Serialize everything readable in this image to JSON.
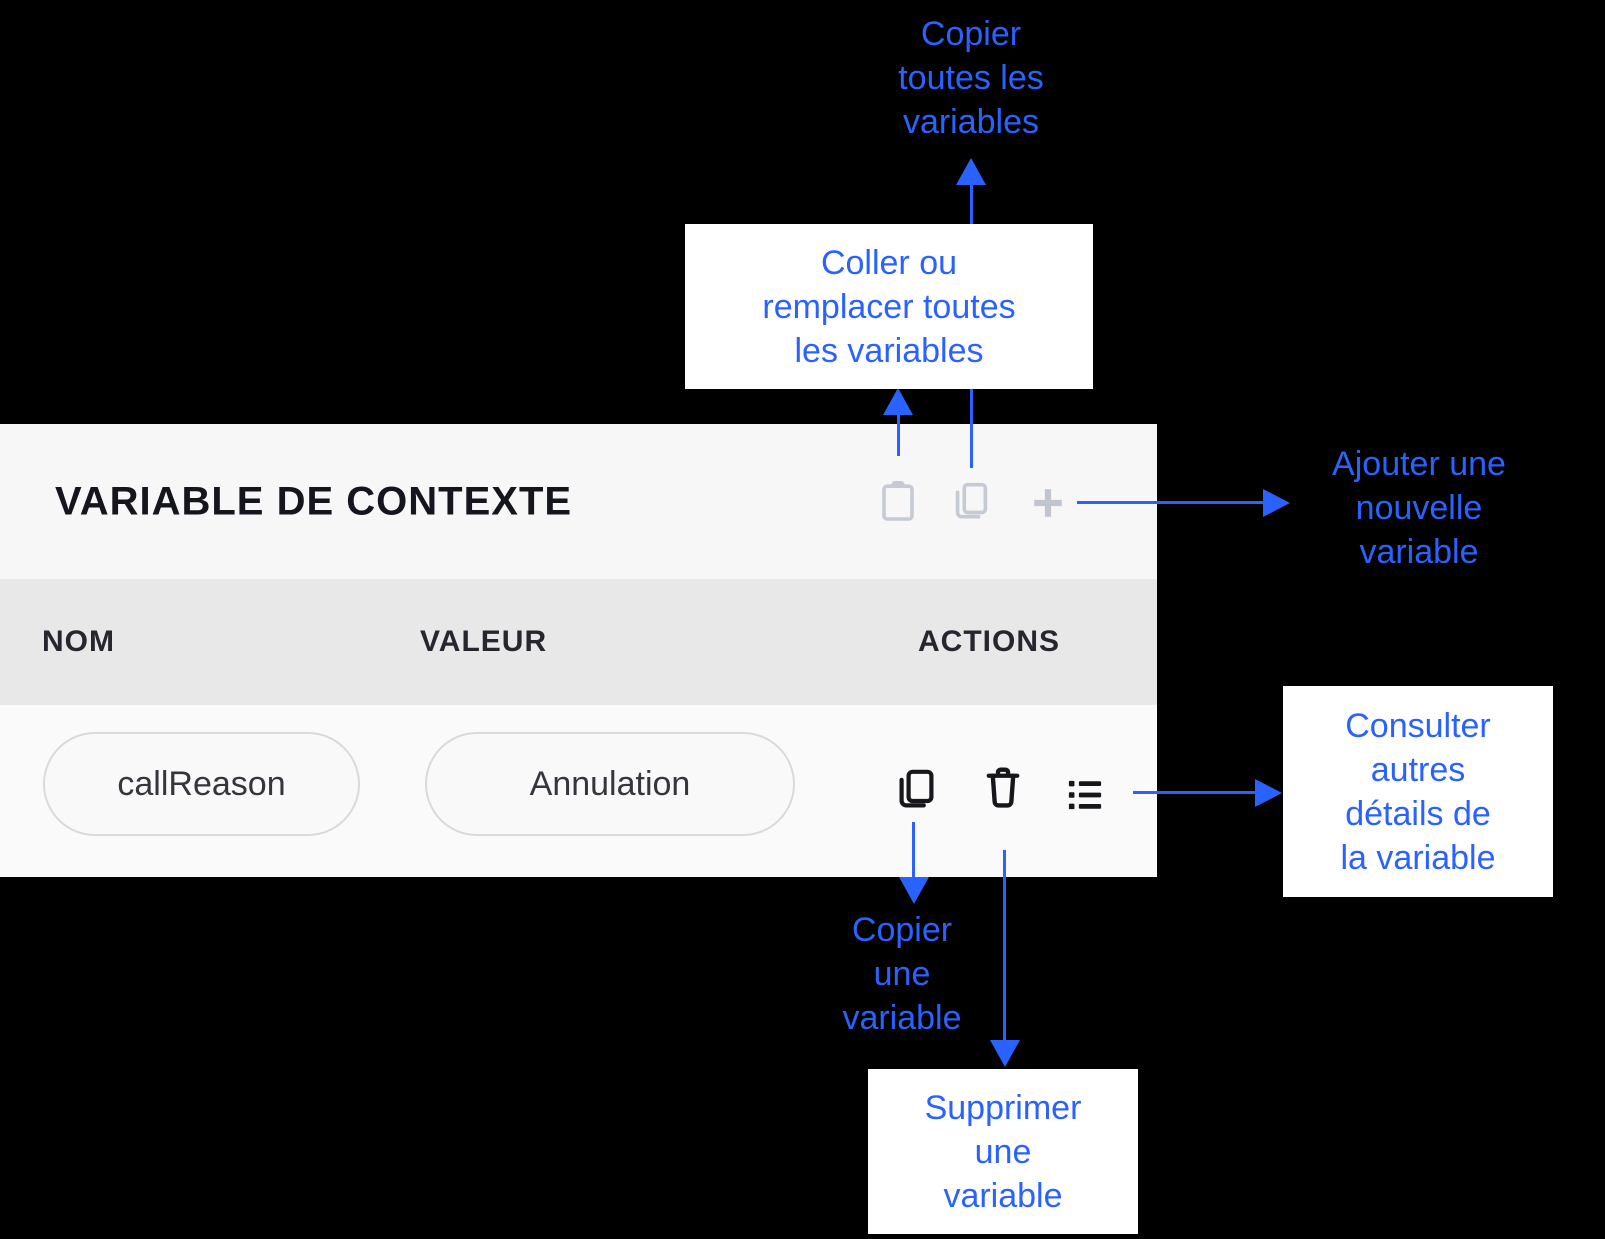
{
  "colors": {
    "accent_blue": "#2962FF",
    "panel_bg": "#f7f7f7",
    "table_header_bg": "#e8e8e8",
    "row_bg": "#fafafa",
    "muted_icon": "#c5cad3",
    "dark_icon": "#17171b"
  },
  "panel": {
    "title": "VARIABLE DE CONTEXTE",
    "toolbar": {
      "paste_icon": "clipboard-paste",
      "copy_icon": "copy-all",
      "add_icon": "plus"
    },
    "table": {
      "columns": [
        "NOM",
        "VALEUR",
        "ACTIONS"
      ],
      "rows": [
        {
          "name": "callReason",
          "value": "Annulation",
          "actions": [
            "copy",
            "delete",
            "details"
          ]
        }
      ]
    }
  },
  "annotations": {
    "copy_all": {
      "lines": [
        "Copier",
        "toutes les",
        "variables"
      ]
    },
    "paste_all": {
      "lines": [
        "Coller ou",
        "remplacer toutes",
        "les variables"
      ]
    },
    "add_new": {
      "lines": [
        "Ajouter une",
        "nouvelle",
        "variable"
      ]
    },
    "copy_one": {
      "lines": [
        "Copier",
        "une",
        "variable"
      ]
    },
    "delete_one": {
      "lines": [
        "Supprimer",
        "une",
        "variable"
      ]
    },
    "details": {
      "lines": [
        "Consulter",
        "autres",
        "détails de",
        "la variable"
      ]
    }
  }
}
